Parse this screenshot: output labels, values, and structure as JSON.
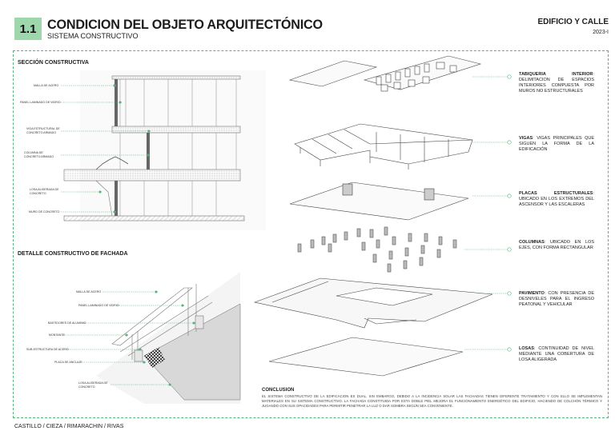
{
  "header": {
    "number": "1.1",
    "title": "CONDICION DEL OBJETO ARQUITECTÓNICO",
    "subtitle": "SISTEMA CONSTRUCTIVO",
    "project": "EDIFICIO Y CALLE",
    "year": "2023-I"
  },
  "section": {
    "title": "SECCIÓN CONSTRUCTIVA",
    "labels": [
      "MALLA DE ACERO",
      "PANEL LAMINADO DE VIDRIO",
      "VIGA ESTRUCTURAL DE CONCRETO ARMADO",
      "COLUMNA DE CONCRETO ARMADO",
      "LOSA ALIGERADA DE CONCRETO",
      "MURO DE CONCRETO"
    ]
  },
  "facade": {
    "title": "DETALLE CONSTRUCTIVO DE FACHADA",
    "labels": [
      "MALLA DE ACERO",
      "PANEL LAMINADO DE VIDRIO",
      "BASTIDORES DE ALUMINIO",
      "MONTANTE",
      "SUB-ESTRUCTURA DE ACERO",
      "PLACA DE ANCLAJE",
      "LOSA ALIGERADA DE CONCRETO"
    ]
  },
  "layers": [
    {
      "title": "TABIQUERIA INTERIOR",
      "text": ": DELIMITACION DE ESPACIOS INTERIORES COMPUESTA POR MUROS NO ESTRUCTURALES"
    },
    {
      "title": "VIGAS",
      "text": ": VIGAS PRINCIPALES QUE SIGUEN LA FORMA DE LA EDIFICACIÓN"
    },
    {
      "title": "PLACAS ESTRUCTURALES",
      "text": ": UBICADO EN LOS EXTREMOS DEL ASCENSOR Y LAS ESCALERAS"
    },
    {
      "title": "COLUMNAS",
      "text": ": UBICADO EN LOS EJES, CON FORMA RECTANGULAR"
    },
    {
      "title": "PAVIMENTO",
      "text": ": CON PRESENCIA DE DESNIVELES PARA EL INGRESO PEATONAL Y VEHICULAR"
    },
    {
      "title": "LOSAS",
      "text": ": CONTINUIDAD DE NIVEL MEDIANTE UNA COBERTURA DE LOSA ALIGERADA"
    }
  ],
  "conclusion": {
    "title": "CONCLUSION",
    "text": "EL SISTEMA CONSTRUCTIVO DE LA EDIFICACION ES DUAL, SIN EMBARGO, DEBIDO A LA INCIDENCIA SOLAR LAS FACHADAS TIENEN DIFERENTE TRATAMIENTO Y CON ELLO SE IMPLEMENTAN MATERIALES EN SU SISTEMA CONSTRUCTIVO. LA FACHADA CONSTITUIDA POR ESTA DOBLE PIEL MEJORA EL FUNCIONAMIENTO ENERGÉTICO DEL EDIFICIO, HACIENDO DE COLCHÓN TÉRMICO Y JUGANDO CON SUS OPACIDADES PARA PERMITIR PENETRAR LA LUZ O DAR SOMBRA SEGÚN SEA CONVENIENTE."
  },
  "authors": "CASTILLO / CIEZA / RIMARACHIN / RIVAS",
  "colors": {
    "accent": "#58b37b",
    "badge": "#9fd7ad"
  }
}
